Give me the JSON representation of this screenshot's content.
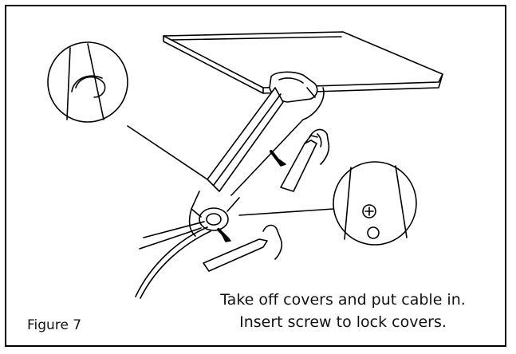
{
  "figure": {
    "label": "Figure 7",
    "caption_line1": "Take off covers and put cable in.",
    "caption_line2": "Insert screw to lock covers."
  },
  "illustration": {
    "subject": "monitor-arm-cable-management",
    "parts": [
      "monitor-panel",
      "upper-arm",
      "lower-arm",
      "upper-cover",
      "lower-cover",
      "cable",
      "detail-callout-clip",
      "detail-callout-screw",
      "insert-arrow-upper",
      "insert-arrow-lower",
      "hand-upper",
      "hand-lower"
    ]
  }
}
